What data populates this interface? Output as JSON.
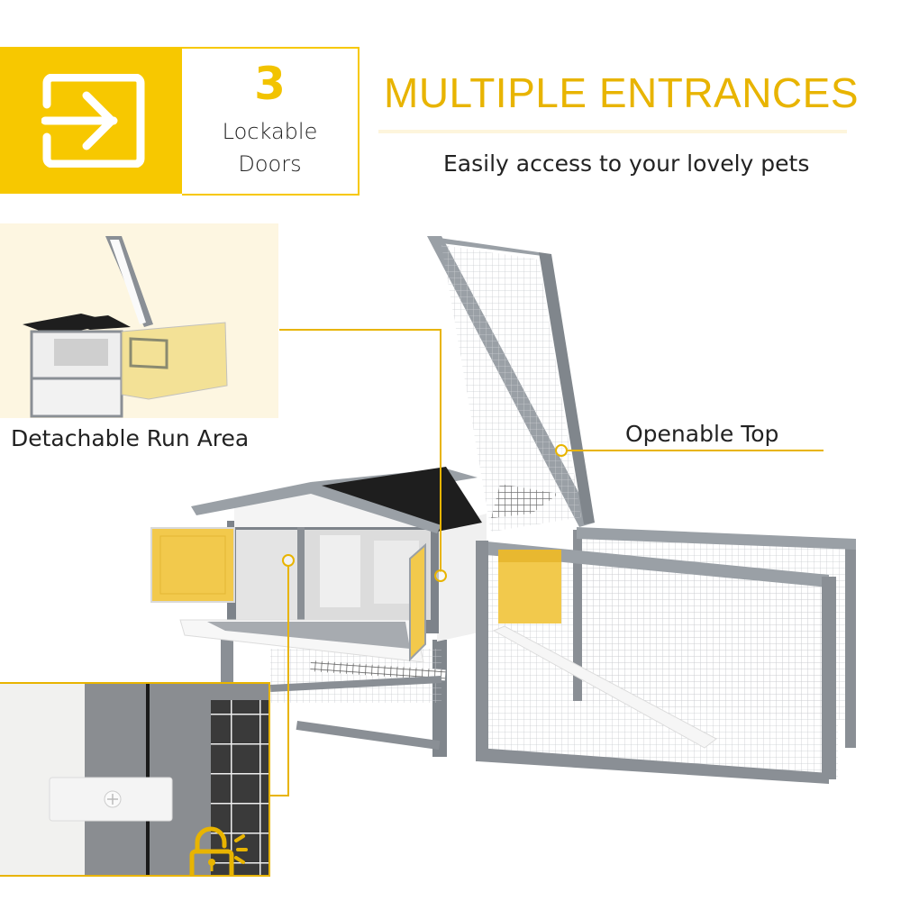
{
  "badge": {
    "icon": "enter-door-icon",
    "number": "3",
    "label_line1": "Lockable",
    "label_line2": "Doors"
  },
  "headline": {
    "title": "MULTIPLE ENTRANCES",
    "subtitle": "Easily access to your lovely pets"
  },
  "callouts": {
    "detachable_run": "Detachable Run Area",
    "openable_top": "Openable Top"
  },
  "inset": {
    "icon": "unlocked-padlock-icon",
    "subject": "door-latch-closeup"
  },
  "colors": {
    "accent_yellow": "#f7c800",
    "headline_yellow": "#e8b400",
    "cream_panel": "#fdf6e1",
    "frame_gray": "#8a8f95",
    "roof_black": "#1e1e1e",
    "text_dark": "#222222"
  }
}
